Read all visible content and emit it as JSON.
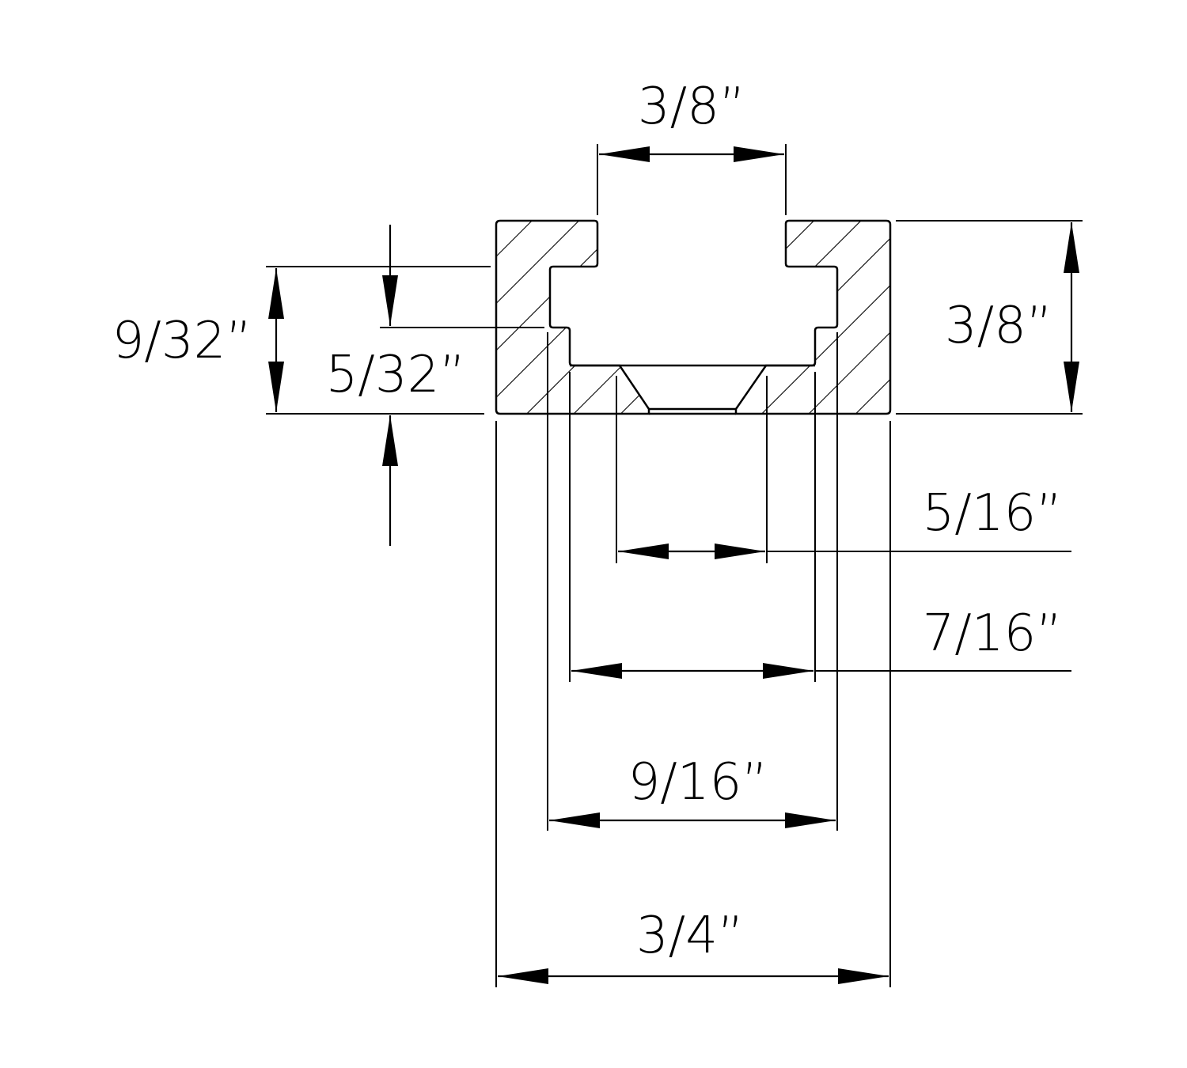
{
  "drawing": {
    "subject": "T-track profile cross-section",
    "line_color": "#000000",
    "background": "#ffffff"
  },
  "dimensions": {
    "slot_opening": "3/8”",
    "overall_height": "3/8”",
    "slot_depth": "9/32”",
    "lip_thickness": "5/32”",
    "groove_bottom_width": "5/16”",
    "channel_width": "7/16”",
    "inner_width": "9/16”",
    "overall_width": "3/4”"
  }
}
